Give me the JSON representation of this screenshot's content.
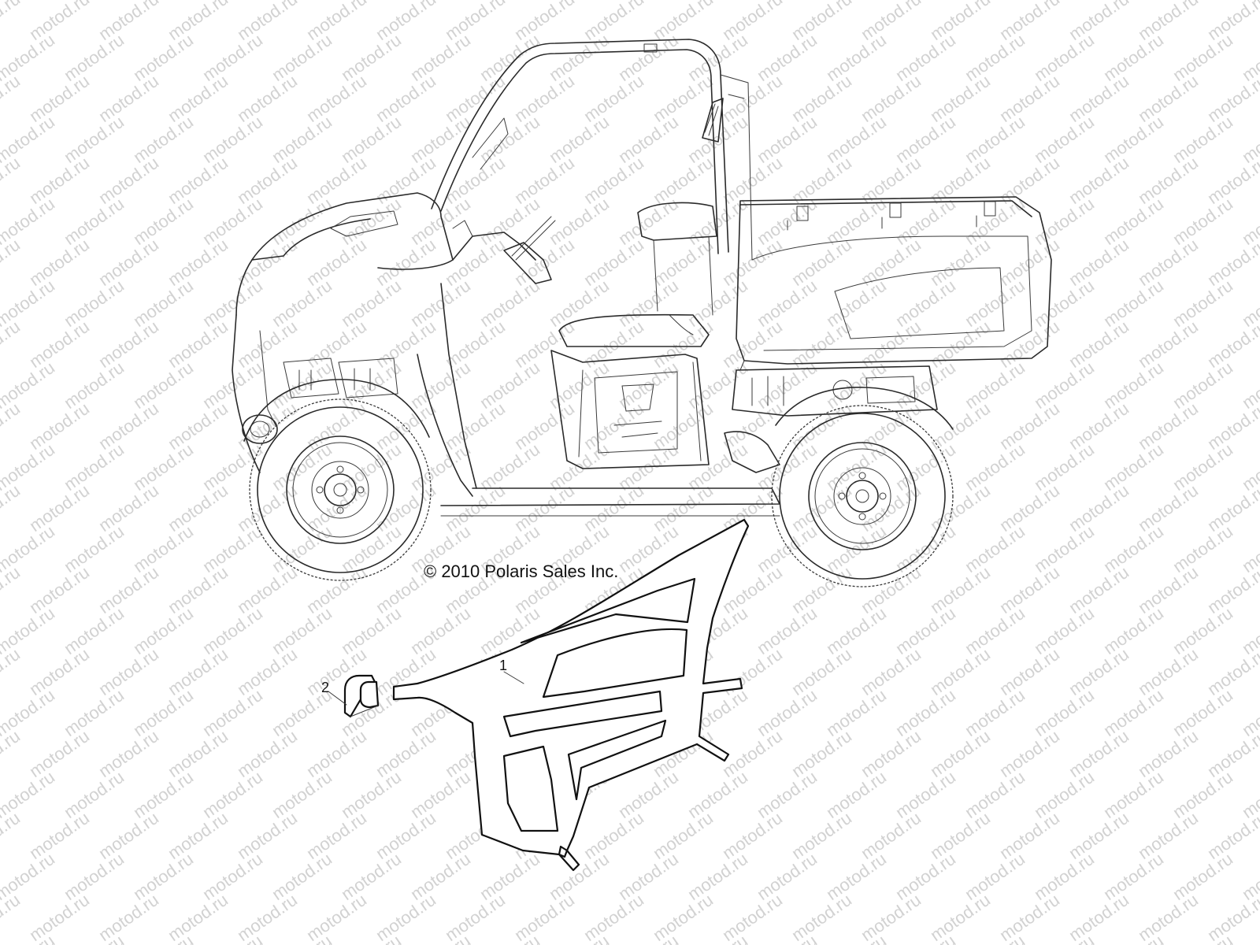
{
  "watermark": {
    "text": "motod.ru"
  },
  "copyright": "© 2010 Polaris Sales Inc.",
  "callouts": [
    {
      "id": "1",
      "label": "1"
    },
    {
      "id": "2",
      "label": "2"
    }
  ],
  "colors": {
    "line": "#2a2a2a",
    "watermark": "#d2d2d2",
    "background": "#ffffff"
  }
}
